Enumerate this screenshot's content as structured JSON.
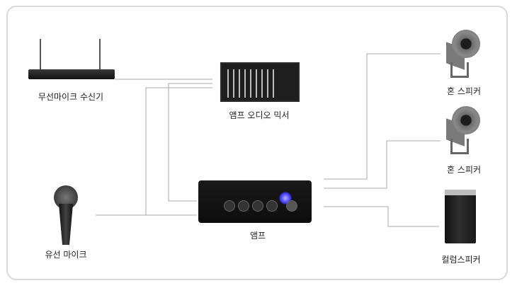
{
  "labels": {
    "wireless_receiver": "무선마이크 수신기",
    "mixer": "앰프 오디오 믹서",
    "amp": "앰프",
    "wired_mic": "유선 마이크",
    "horn_speaker_1": "혼 스피커",
    "horn_speaker_2": "혼 스피커",
    "column_speaker": "컬럼스피커"
  },
  "colors": {
    "wire": "#a9a9a9",
    "frame_border": "#d9d9d9",
    "amp_led": "#3d35ff"
  }
}
